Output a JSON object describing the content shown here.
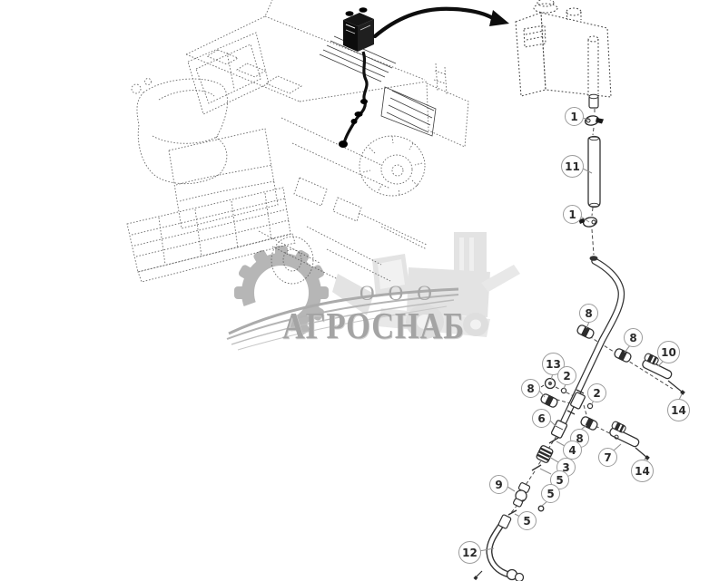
{
  "document": {
    "type": "exploded-parts-diagram",
    "subject": "combine harvester reservoir and hose line assembly",
    "background_color": "#ffffff",
    "line_color": "#333333"
  },
  "watermark": {
    "prefix": "ООО",
    "name": "АГРОСНАБ",
    "color": "#a6a6a6"
  },
  "part_numbers_visible": [
    1,
    2,
    3,
    4,
    5,
    6,
    7,
    8,
    9,
    10,
    11,
    12,
    13,
    14
  ],
  "callouts": [
    {
      "label": "1"
    },
    {
      "label": "11"
    },
    {
      "label": "1"
    },
    {
      "label": "8"
    },
    {
      "label": "8"
    },
    {
      "label": "10"
    },
    {
      "label": "13"
    },
    {
      "label": "2"
    },
    {
      "label": "8"
    },
    {
      "label": "2"
    },
    {
      "label": "14"
    },
    {
      "label": "6"
    },
    {
      "label": "8"
    },
    {
      "label": "4"
    },
    {
      "label": "7"
    },
    {
      "label": "3"
    },
    {
      "label": "14"
    },
    {
      "label": "5"
    },
    {
      "label": "9"
    },
    {
      "label": "5"
    },
    {
      "label": "5"
    },
    {
      "label": "12"
    }
  ]
}
